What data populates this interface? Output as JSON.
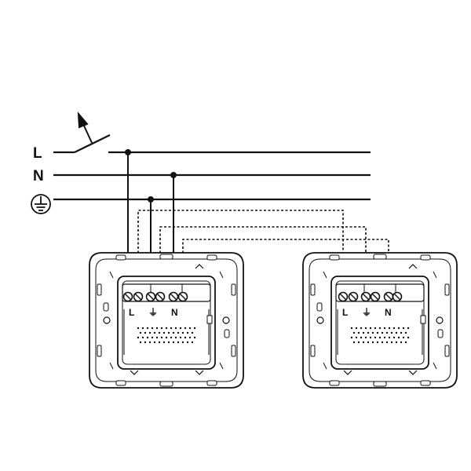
{
  "diagram": {
    "line_labels": {
      "live": "L",
      "neutral": "N"
    },
    "earth_symbol": "earth-ground-icon",
    "devices": [
      {
        "terminals": {
          "live": "L",
          "earth": "⏚",
          "neutral": "N"
        }
      },
      {
        "terminals": {
          "live": "L",
          "earth": "⏚",
          "neutral": "N"
        }
      }
    ],
    "colors": {
      "stroke": "#111111",
      "background": "#ffffff"
    }
  }
}
